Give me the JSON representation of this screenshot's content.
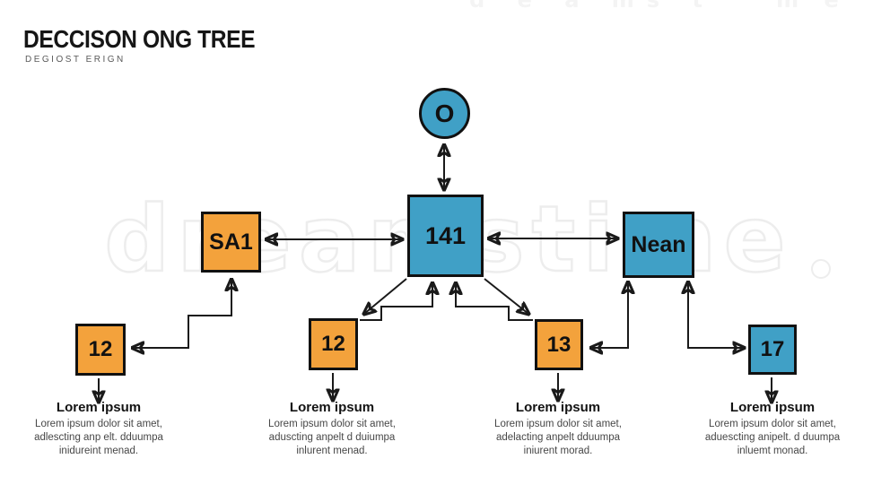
{
  "page": {
    "title": "DECCISON ONG TREE",
    "subtitle": "DEGIOST ERIGN"
  },
  "watermark": {
    "text": "dreamstime"
  },
  "colors": {
    "node_blue": "#40a0c6",
    "node_orange": "#f3a23c",
    "node_border": "#111111",
    "connector": "#1a1a1a",
    "watermark_gray": "#ececec"
  },
  "nodes": {
    "root": {
      "label": "O",
      "color": "blue"
    },
    "center": {
      "label": "141",
      "color": "blue"
    },
    "left": {
      "label": "SA1",
      "color": "orange"
    },
    "right": {
      "label": "Nean",
      "color": "blue"
    },
    "leaf1": {
      "label": "12",
      "color": "orange"
    },
    "leaf2": {
      "label": "12",
      "color": "orange"
    },
    "leaf3": {
      "label": "13",
      "color": "orange"
    },
    "leaf4": {
      "label": "17",
      "color": "blue"
    }
  },
  "leaf_texts": [
    {
      "heading": "Lorem ipsum",
      "lines": [
        "Lorem ipsum dolor sit amet,",
        "adlescting anp elt. dduumpa",
        "inidureint menad."
      ]
    },
    {
      "heading": "Lorem ipsum",
      "lines": [
        "Lorem ipsum dolor sit amet,",
        "aduscting anpelt d duiumpa",
        "inlurent menad."
      ]
    },
    {
      "heading": "Lorem ipsum",
      "lines": [
        "Lorem ipsum dolor sit amet,",
        "adelacting anpelt dduumpa",
        "iniurent morad."
      ]
    },
    {
      "heading": "Lorem ipsum",
      "lines": [
        "Lorem ipsum dolor sit amet,",
        "aduescting anipelt. d duumpa",
        "inluemt monad."
      ]
    }
  ]
}
